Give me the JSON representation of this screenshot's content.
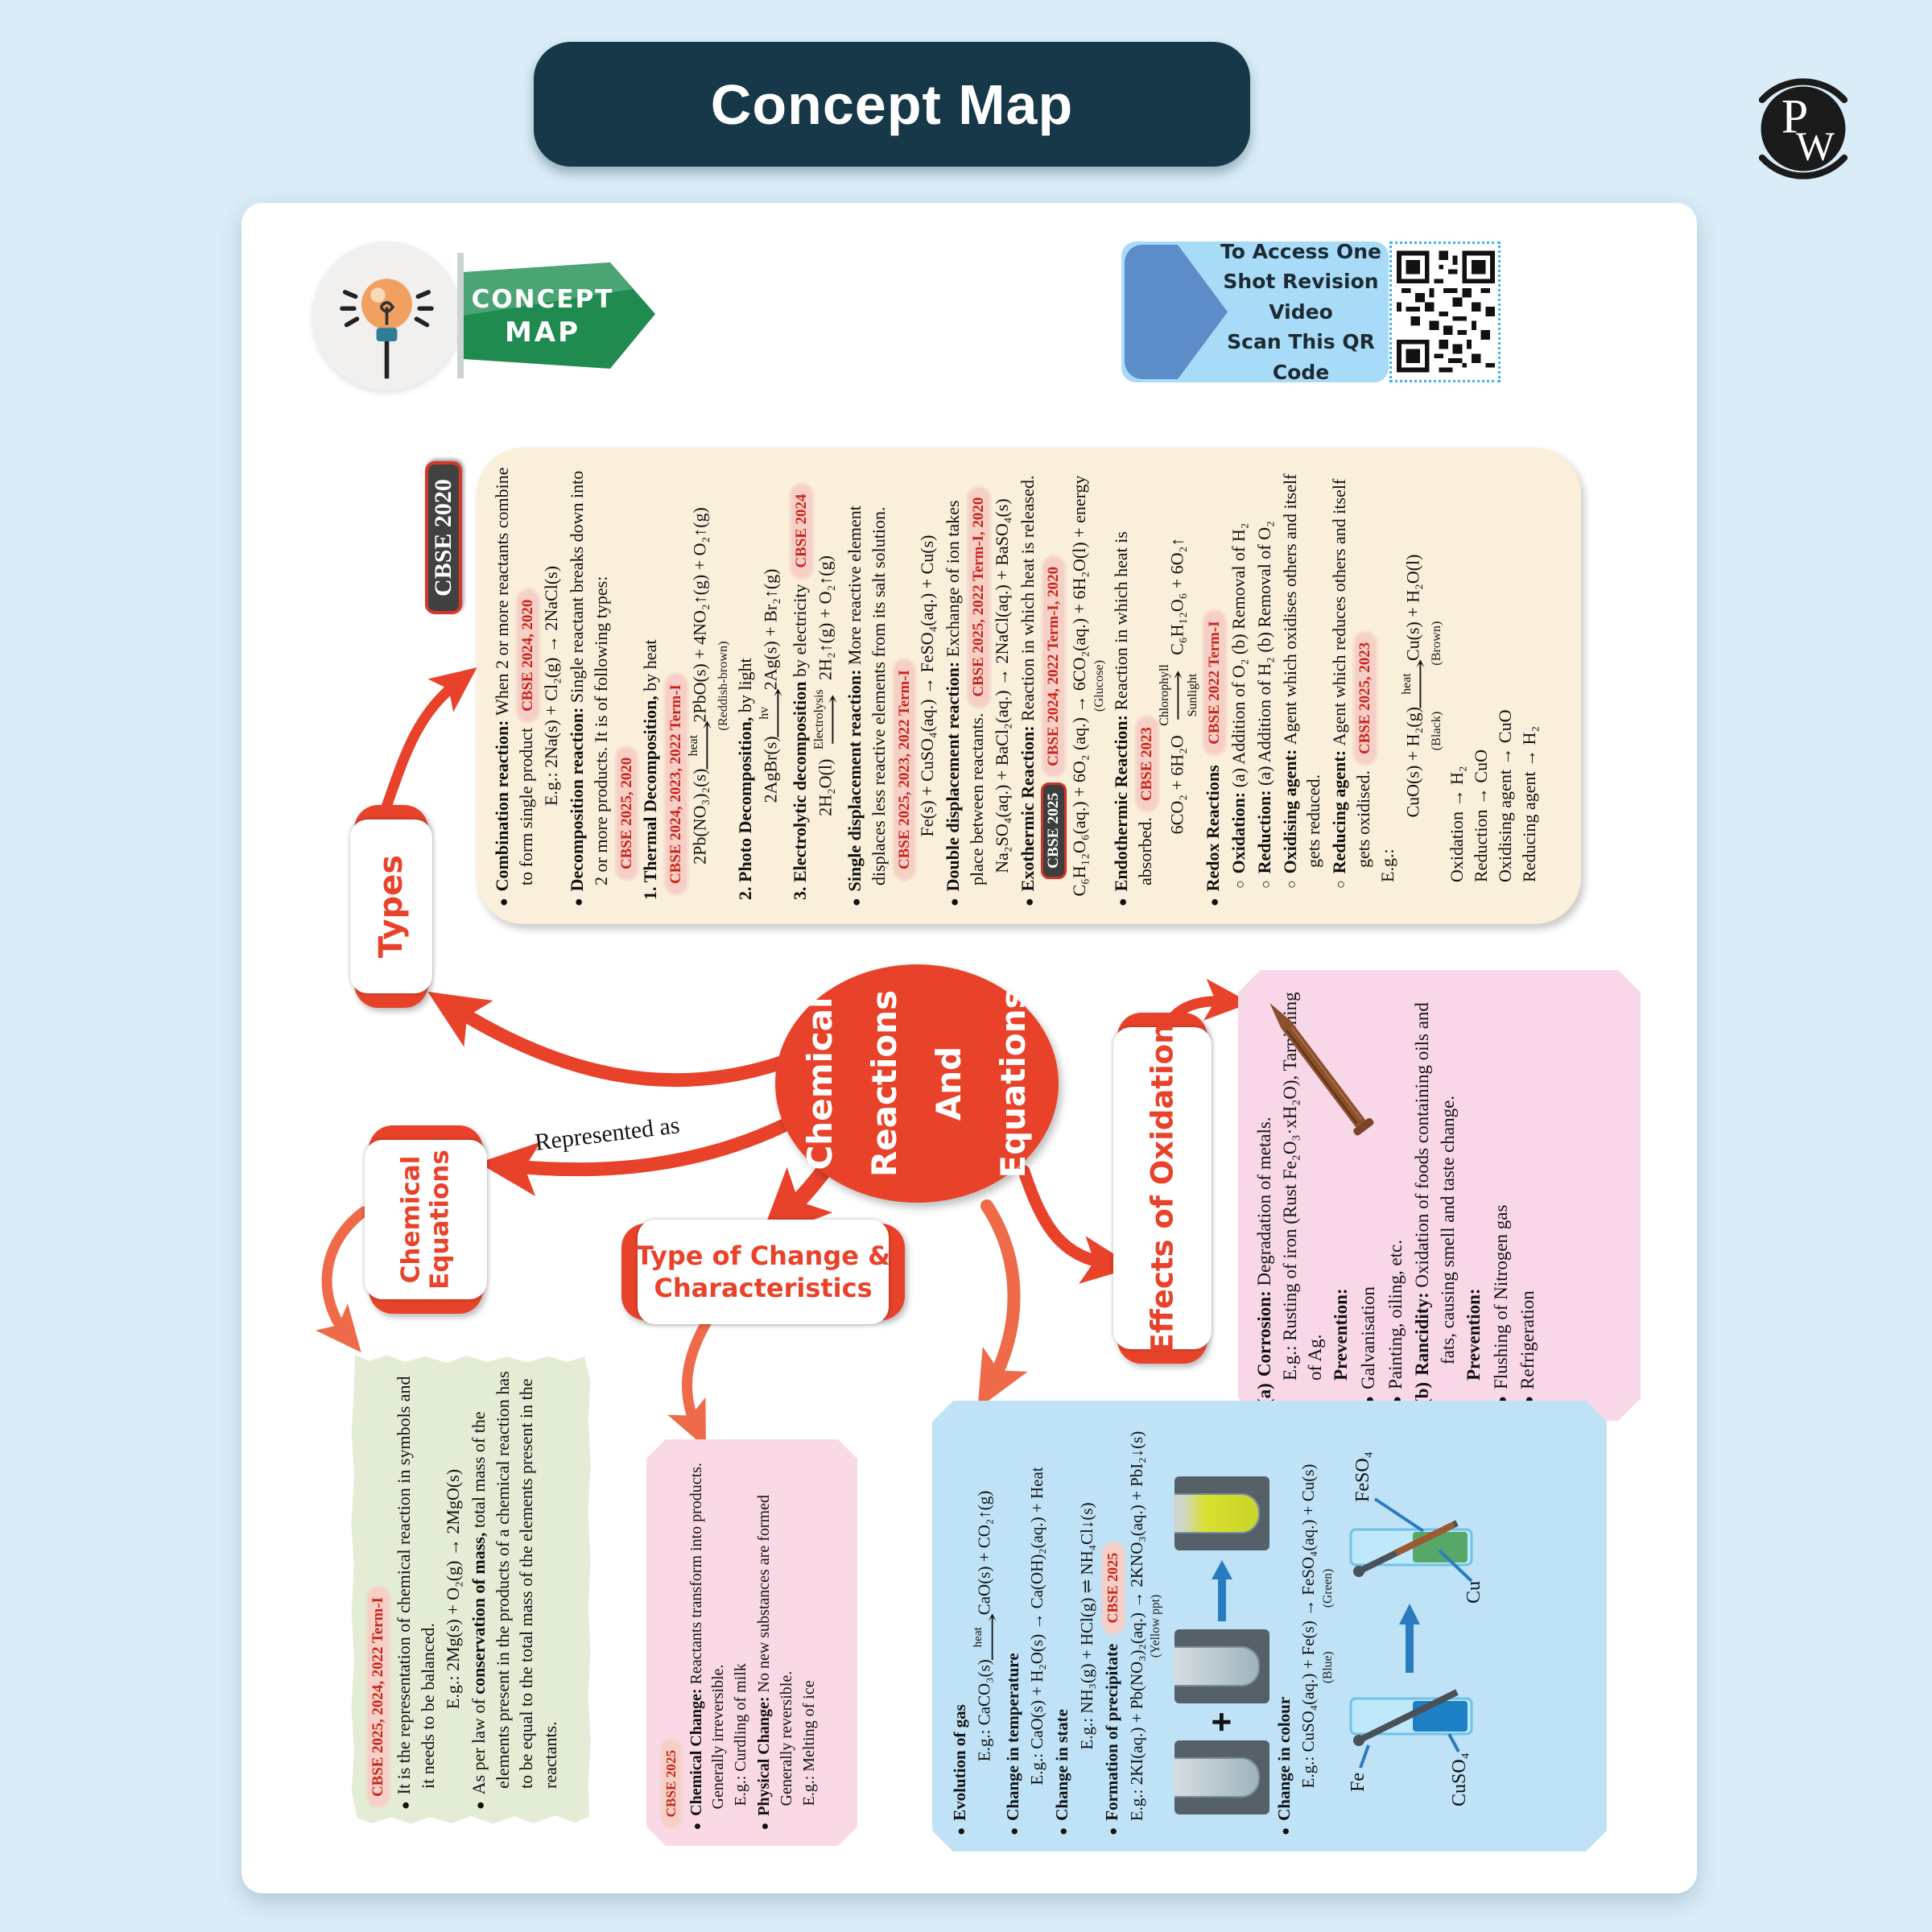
{
  "page": {
    "title": "Concept Map",
    "bg": "#d9ecf8",
    "accent": "#e8432a",
    "banner": "#173848"
  },
  "logo": {
    "p": "P",
    "w": "W"
  },
  "ribbon": {
    "line1": "CONCEPT",
    "line2": "MAP"
  },
  "qr": {
    "line1": "To Access One",
    "line2": "Shot Revision Video",
    "line3": "Scan This QR Code"
  },
  "center": {
    "line1": "Chemical",
    "line2": "Reactions",
    "line3": "And",
    "line4": "Equations"
  },
  "labels": {
    "types": "Types",
    "equations_line1": "Chemical",
    "equations_line2": "Equations",
    "change_line1": "Type of Change &",
    "change_line2": "Characteristics",
    "oxidation": "Effects of Oxidation",
    "represented": "Represented as",
    "cbse2020": "CBSE 2020"
  },
  "types_panel": {
    "items": [
      {
        "k": "bullet",
        "lead": "Combination reaction:",
        "text": "When 2 or more reactants combine to form single product",
        "badges": [
          [
            "pill",
            "CBSE 2024, 2020"
          ]
        ]
      },
      {
        "k": "eq",
        "text": "E.g.: 2Na(s) + Cl₂(g) → 2NaCl(s)"
      },
      {
        "k": "bullet",
        "lead": "Decomposition reaction:",
        "text": "Single reactant breaks down into 2 or more products. It is of following types:",
        "badges": [
          [
            "pill",
            "CBSE 2025, 2020"
          ]
        ]
      },
      {
        "k": "num",
        "lead": "1. Thermal Decomposition,",
        "text": "by heat",
        "badges": [
          [
            "pill",
            "CBSE 2024, 2023, 2022 Term-I"
          ]
        ]
      },
      {
        "k": "eq",
        "pre": "2Pb(NO₃)₂(s)",
        "top": "heat",
        "post": "2PbO(s) + 4NO₂↑(g) + O₂↑(g)"
      },
      {
        "k": "small",
        "text": "(Reddish-brown)"
      },
      {
        "k": "num",
        "lead": "2. Photo Decomposition,",
        "text": "by light"
      },
      {
        "k": "eq",
        "pre": "2AgBr(s)",
        "top": "hv",
        "post": "2Ag(s) + Br₂↑(g)"
      },
      {
        "k": "num",
        "lead": "3. Electrolytic decomposition",
        "text": "by electricity",
        "badges": [
          [
            "pill",
            "CBSE 2024"
          ]
        ]
      },
      {
        "k": "eq",
        "pre": "2H₂O(l)",
        "top": "Electrolysis",
        "post": "2H₂↑(g) + O₂↑(g)"
      },
      {
        "k": "bullet",
        "lead": "Single displacement reaction:",
        "text": "More reactive element displaces less reactive elements from its salt solution.",
        "badges": [
          [
            "pill",
            "CBSE 2025, 2023, 2022 Term-I"
          ]
        ]
      },
      {
        "k": "eq",
        "text": "Fe(s) + CuSO₄(aq.) → FeSO₄(aq.) + Cu(s)"
      },
      {
        "k": "bullet",
        "lead": "Double displacement reaction:",
        "text": "Exchange of ion takes place between reactants.",
        "badges": [
          [
            "pill",
            "CBSE 2025, 2022 Term-I, 2020"
          ]
        ]
      },
      {
        "k": "eq",
        "text": "Na₂SO₄(aq.) + BaCl₂(aq.) → 2NaCl(aq.) + BaSO₄(s)"
      },
      {
        "k": "bullet",
        "lead": "Exothermic Reaction:",
        "text": "Reaction in which heat is released.",
        "badges": [
          [
            "dark",
            "CBSE 2025"
          ],
          [
            "pill",
            "CBSE 2024, 2022 Term-I, 2020"
          ]
        ]
      },
      {
        "k": "eq",
        "text": "C₆H₁₂O₆(aq.) + 6O₂ (aq.) → 6CO₂(aq.) + 6H₂O(l) + energy"
      },
      {
        "k": "small",
        "text": "(Glucose)"
      },
      {
        "k": "bullet",
        "lead": "Endothermic Reaction:",
        "text": "Reaction in which heat is absorbed.",
        "badges": [
          [
            "pill",
            "CBSE 2023"
          ]
        ]
      },
      {
        "k": "eq",
        "pre": "6CO₂ + 6H₂O",
        "top": "Chlorophyll",
        "bottom": "Sunlight",
        "post": "C₆H₁₂O₆ + 6O₂↑"
      },
      {
        "k": "bullet",
        "lead": "Redox Reactions",
        "badges": [
          [
            "pill",
            "CBSE 2022 Term-I"
          ]
        ]
      },
      {
        "k": "circle",
        "lead": "Oxidation:",
        "text": "(a) Addition of O₂   (b) Removal of H₂"
      },
      {
        "k": "circle",
        "lead": "Reduction:",
        "text": "(a) Addition of H₂   (b) Removal of O₂"
      },
      {
        "k": "circle",
        "lead": "Oxidising agent:",
        "text": "Agent which oxidises others and itself gets reduced."
      },
      {
        "k": "circle",
        "lead": "Reducing agent:",
        "text": "Agent which reduces others and itself gets oxidised.",
        "badges": [
          [
            "pill",
            "CBSE 2025, 2023"
          ]
        ]
      },
      {
        "k": "text",
        "text": "E.g.:"
      },
      {
        "k": "eq",
        "pre": "CuO(s) + H₂(g)",
        "top": "heat",
        "post": "Cu(s) + H₂O(l)"
      },
      {
        "k": "small",
        "text": "(Black)              (Brown)"
      },
      {
        "k": "text",
        "text": "Oxidation → H₂"
      },
      {
        "k": "text",
        "text": "Reduction → CuO"
      },
      {
        "k": "text",
        "text": "Oxidising agent → CuO"
      },
      {
        "k": "text",
        "text": "Reducing agent → H₂"
      }
    ]
  },
  "effects_panel": {
    "items": [
      {
        "k": "alpha",
        "marker": "(a)",
        "lead": "Corrosion:",
        "text": "Degradation of metals."
      },
      {
        "k": "text",
        "text": "E.g.: Rusting of iron (Rust Fe₂O₃·xH₂O), Tarnishing of Ag."
      },
      {
        "k": "text",
        "lead": "Prevention:"
      },
      {
        "k": "bullet",
        "text": "Galvanisation",
        "ind": true
      },
      {
        "k": "bullet",
        "text": "Painting, oiling, etc.",
        "ind": true
      },
      {
        "k": "alpha",
        "marker": "(b)",
        "lead": "Rancidity:",
        "text": "Oxidation of foods containing oils and fats, causing smell and taste change."
      },
      {
        "k": "text",
        "lead": "Prevention:"
      },
      {
        "k": "bullet",
        "text": "Flushing of Nitrogen gas",
        "ind": true
      },
      {
        "k": "bullet",
        "text": "Refrigeration",
        "ind": true
      }
    ]
  },
  "equations_panel": {
    "badge": "CBSE 2025, 2024, 2022 Term-I",
    "items": [
      {
        "k": "bullet",
        "text": "It is the representation of chemical reaction in symbols and it needs to be balanced."
      },
      {
        "k": "eq",
        "text": "E.g.: 2Mg(s) + O₂(g) → 2MgO(s)"
      },
      {
        "k": "bullet",
        "parts": [
          {
            "t": "As per law of "
          },
          {
            "t": "conservation of mass,",
            "b": true
          },
          {
            "t": " total mass of the elements present in the products of a chemical reaction has to be equal to the total mass of the elements present in the reactants."
          }
        ]
      }
    ]
  },
  "change_panel": {
    "badge": "CBSE 2025",
    "items": [
      {
        "k": "bullet",
        "lead": "Chemical Change:",
        "text": "Reactants transform into products. Generally irreversible."
      },
      {
        "k": "text",
        "text": "E.g.: Curdling of milk"
      },
      {
        "k": "bullet",
        "lead": "Physical Change:",
        "text": "No new substances are formed"
      },
      {
        "k": "text",
        "text": "Generally reversible."
      },
      {
        "k": "text",
        "text": "E.g.: Melting of ice"
      }
    ]
  },
  "characteristics_panel": {
    "items": [
      {
        "k": "bullet",
        "lead": "Evolution of gas"
      },
      {
        "k": "eq",
        "pre": "E.g.: CaCO₃(s)",
        "top": "heat",
        "post": "CaO(s) + CO₂↑(g)"
      },
      {
        "k": "bullet",
        "lead": "Change in temperature"
      },
      {
        "k": "eq",
        "text": "E.g.: CaO(s) + H₂O(s) → Ca(OH)₂(aq.) + Heat"
      },
      {
        "k": "bullet",
        "lead": "Change in state"
      },
      {
        "k": "eq",
        "text": "E.g.: NH₃(g) + HCl(g) ⇌ NH₄Cl↓(s)"
      },
      {
        "k": "bullet",
        "lead": "Formation of precipitate",
        "badges": [
          [
            "pill",
            "CBSE 2025"
          ]
        ]
      },
      {
        "k": "eq",
        "text": "E.g.: 2KI(aq.) + Pb(NO₃)₂(aq.) → 2KNO₃(aq.) + PbI₂↓(s)"
      },
      {
        "k": "small",
        "text": "(Yellow ppt)"
      }
    ],
    "colour_items": [
      {
        "k": "bullet",
        "lead": "Change in colour"
      },
      {
        "k": "eq",
        "text": "E.g.: CuSO₄(aq.) + Fe(s) → FeSO₄(aq.) + Cu(s)"
      },
      {
        "k": "small",
        "text": "(Blue)              (Green)"
      }
    ],
    "tube_labels": {
      "fe": "Fe",
      "cuso4": "CuSO₄",
      "cu": "Cu",
      "feso4": "FeSO₄",
      "plus": "+"
    }
  }
}
